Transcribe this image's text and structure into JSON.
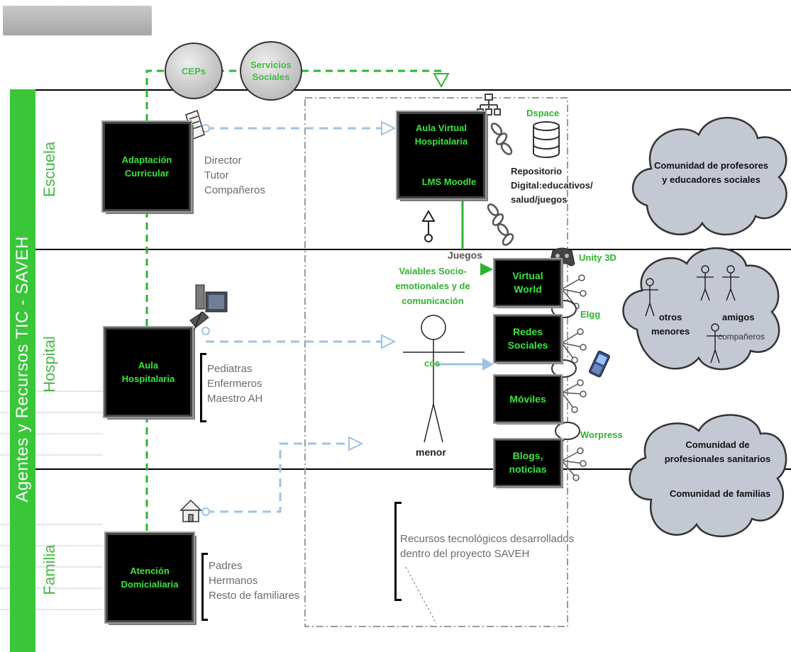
{
  "diagram": {
    "title": "Agentes y Recursos TIC - SAVEH",
    "lanes": [
      "Escuela",
      "Hospital",
      "Familia"
    ],
    "top_nodes": [
      "CEPs",
      "Servicios\nSociales"
    ],
    "left_nodes": [
      {
        "label": "Adaptación\nCurricular",
        "agents": "Director\nTutor\nCompañeros"
      },
      {
        "label": "Aula\nHospitalaria",
        "agents": "Pediatras\nEnfermeros\nMaestro AH"
      },
      {
        "label": "Atención\nDomicialiaria",
        "agents": "Padres\nHermanos\nResto de familiares"
      }
    ],
    "aula_virtual": {
      "title": "Aula Virtual\nHospitalaria",
      "subtitle": "LMS Moodle"
    },
    "repository": {
      "tool": "Dspace",
      "text": "Repositorio\nDigital:educativos/\nsalud/juegos"
    },
    "juegos_label": "Juegos",
    "center": {
      "variables": "Vaiables Socio-\nemotionales y de\ncomunicación",
      "cos_label": "cos",
      "person_label": "menor"
    },
    "resource_boxes": [
      {
        "label": "Virtual\nWorld",
        "tool": "Unity 3D"
      },
      {
        "label": "Redes\nSociales",
        "tool": "Elgg"
      },
      {
        "label": "Móviles",
        "tool": ""
      },
      {
        "label": "Blogs,\nnoticias",
        "tool": "Worpress"
      }
    ],
    "clouds": {
      "teachers": "Comunidad de profesores\ny educadores sociales",
      "peers_otros": "otros\nmenores",
      "peers_amigos": "amigos",
      "peers_companeros": "compañeros",
      "health": "Comunidad de\nprofesionales sanitarios",
      "families": "Comunidad de familias"
    },
    "legend": "Recursos tecnológicos desarrollados\ndentro del proyecto SAVEH"
  },
  "colors": {
    "green": "#39c639",
    "box_text": "#39e639",
    "dashed_green": "#2fb32f",
    "dashed_blue": "#9cc3e6"
  }
}
